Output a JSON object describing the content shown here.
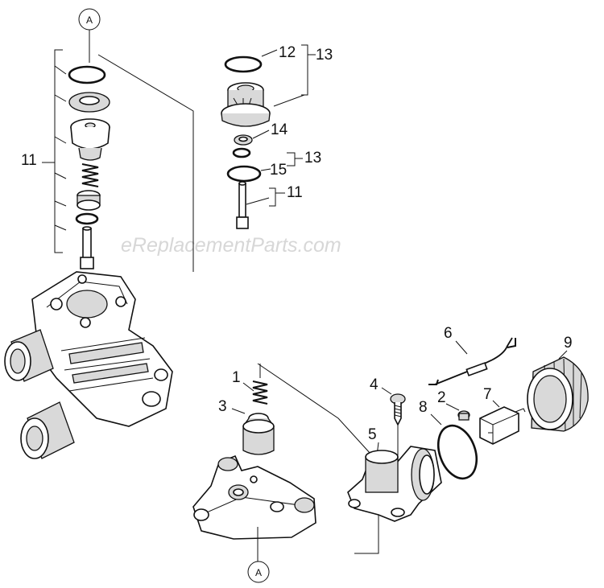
{
  "callouts": {
    "a_top": "A",
    "a_bottom": "A",
    "n1": "1",
    "n2": "2",
    "n3": "3",
    "n4": "4",
    "n5": "5",
    "n6": "6",
    "n7": "7",
    "n8": "8",
    "n9": "9",
    "n11_left": "11",
    "n11_right": "11",
    "n12": "12",
    "n13_top": "13",
    "n13_mid": "13",
    "n14": "14",
    "n15": "15"
  },
  "watermark": "eReplacementParts.com"
}
